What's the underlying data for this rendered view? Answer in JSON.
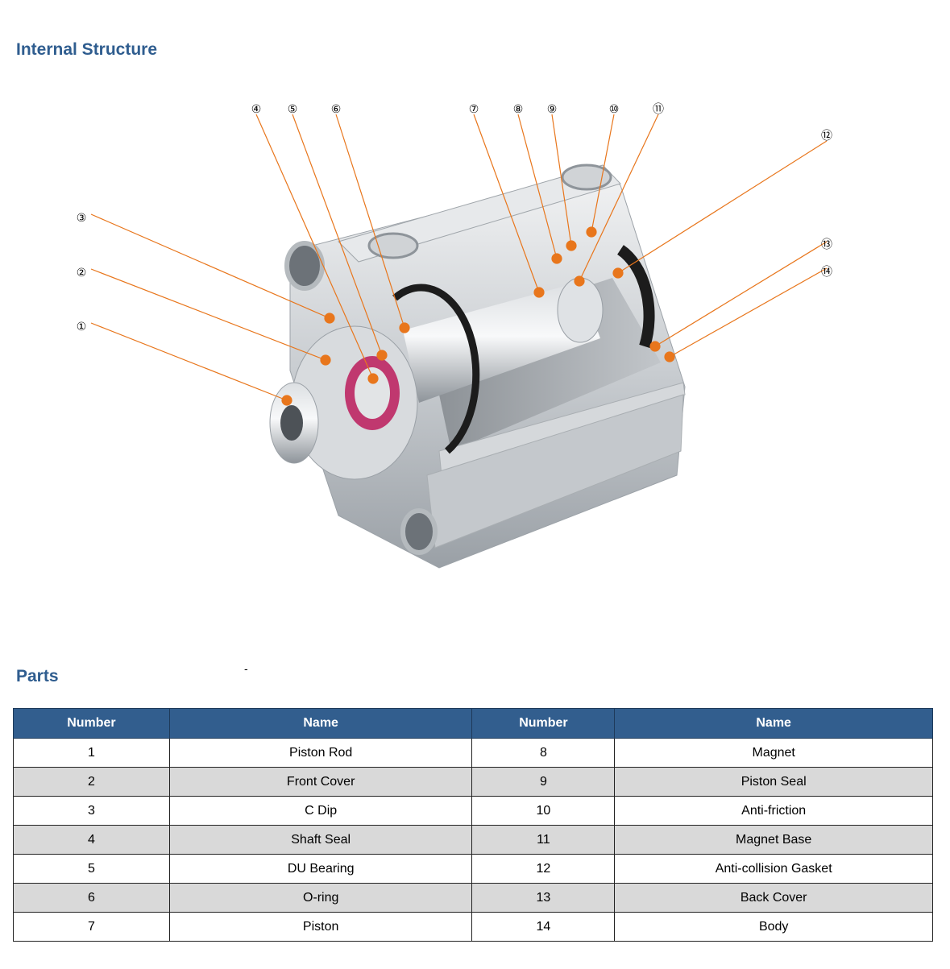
{
  "sections": {
    "internal_structure_title": "Internal Structure",
    "parts_title": "Parts",
    "stray_mark": "-"
  },
  "diagram": {
    "callout_labels": [
      "①",
      "②",
      "③",
      "④",
      "⑤",
      "⑥",
      "⑦",
      "⑧",
      "⑨",
      "⑩",
      "⑪",
      "⑫",
      "⑬",
      "⑭"
    ],
    "leader_color": "#e8761c"
  },
  "table": {
    "headers": [
      "Number",
      "Name",
      "Number",
      "Name"
    ],
    "rows": [
      [
        "1",
        "Piston Rod",
        "8",
        "Magnet"
      ],
      [
        "2",
        "Front Cover",
        "9",
        "Piston Seal"
      ],
      [
        "3",
        "C Dip",
        "10",
        "Anti-friction"
      ],
      [
        "4",
        "Shaft Seal",
        "11",
        "Magnet Base"
      ],
      [
        "5",
        "DU Bearing",
        "12",
        "Anti-collision Gasket"
      ],
      [
        "6",
        "O-ring",
        "13",
        "Back Cover"
      ],
      [
        "7",
        "Piston",
        "14",
        "Body"
      ]
    ],
    "header_color": "#325e8e",
    "shade_color": "#d9d9d9"
  }
}
